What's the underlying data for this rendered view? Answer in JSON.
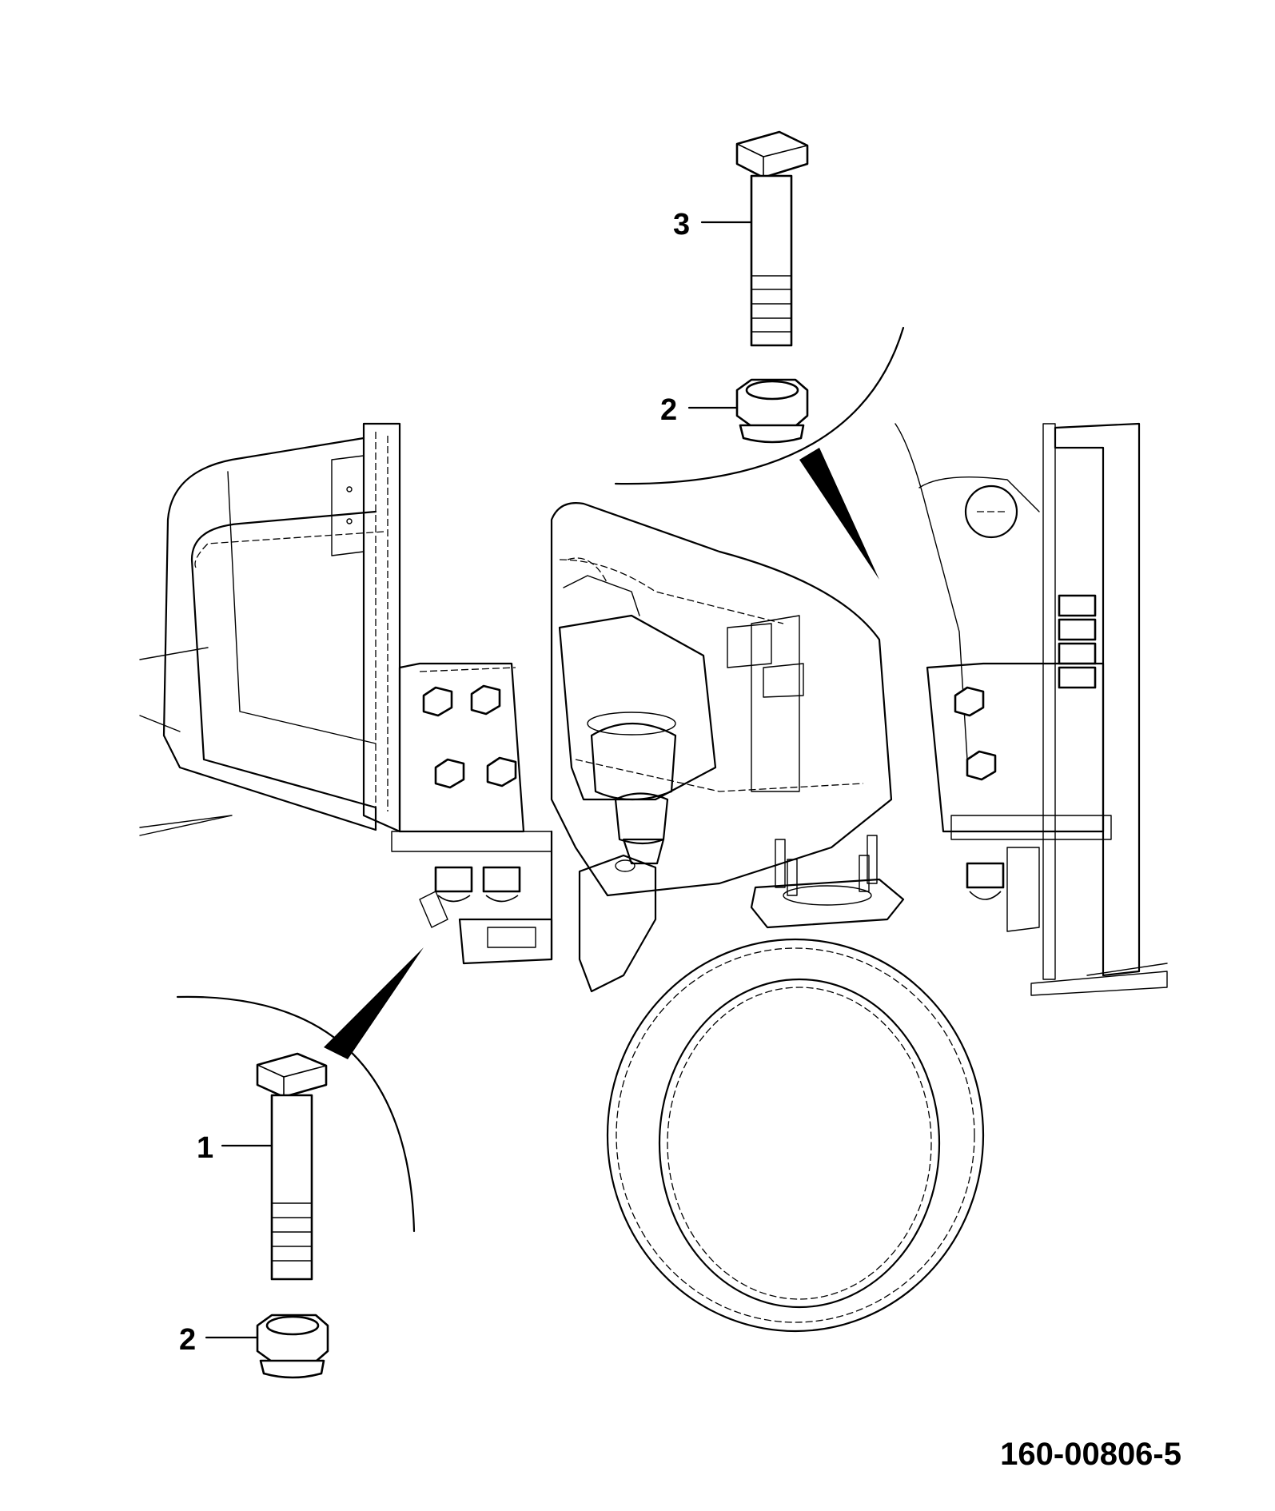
{
  "figure": {
    "drawing_number": "160-00806-5"
  },
  "callouts": [
    {
      "id": "c3",
      "label": "3",
      "part": "bolt"
    },
    {
      "id": "c2a",
      "label": "2",
      "part": "lock nut"
    },
    {
      "id": "c1",
      "label": "1",
      "part": "bolt"
    },
    {
      "id": "c2b",
      "label": "2",
      "part": "lock nut"
    }
  ]
}
